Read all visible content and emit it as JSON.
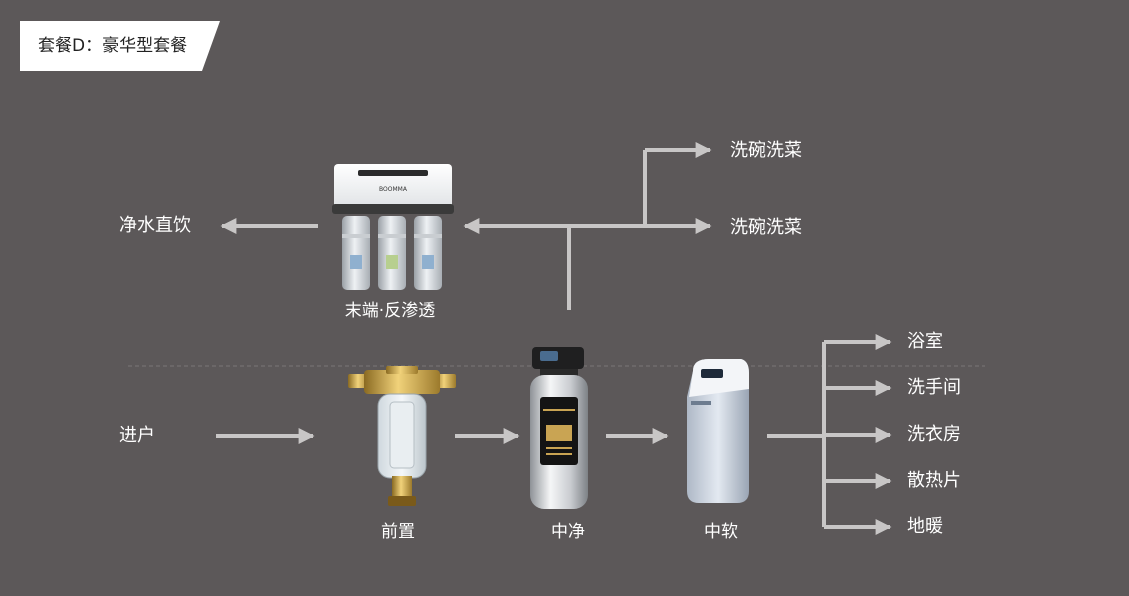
{
  "title": "套餐D：豪华型套餐",
  "labels": {
    "direct_drink": "净水直饮",
    "dishwash_1": "洗碗洗菜",
    "dishwash_2": "洗碗洗菜",
    "inlet": "进户"
  },
  "captions": {
    "ro": "末端·反渗透",
    "prefilter": "前置",
    "central_purifier": "中净",
    "softener": "中软"
  },
  "outlets": [
    "浴室",
    "洗手间",
    "洗衣房",
    "散热片",
    "地暖"
  ],
  "brand_text": "BOOMMA",
  "colors": {
    "background": "#5c5859",
    "arrow": "#c8c6c6",
    "tag_bg": "#ffffff",
    "label": "#ffffff"
  }
}
